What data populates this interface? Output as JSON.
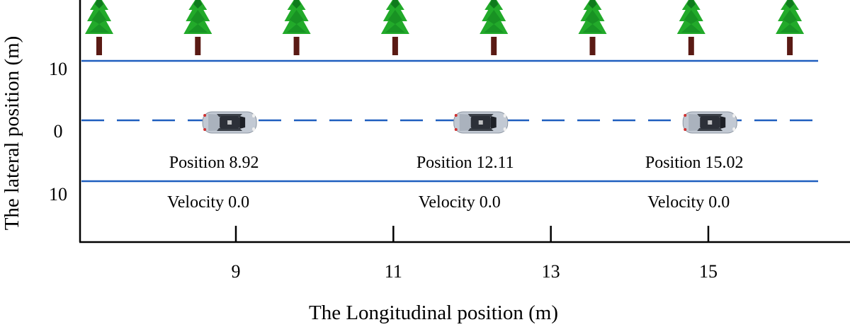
{
  "figure": {
    "x_axis_title": "The Longitudinal position (m)",
    "y_axis_title": "The lateral position (m)",
    "x_ticks": [
      "9",
      "11",
      "13",
      "15"
    ],
    "y_ticks": [
      "10",
      "0",
      "10"
    ],
    "colors": {
      "lane_line": "#1f5fbf",
      "axis": "#000000",
      "tree_foliage": "#22aa2a",
      "tree_foliage_dark": "#0e7a1c",
      "tree_trunk": "#5a1a14",
      "car_body": "#b8c0cc",
      "car_roof": "#3a3f47"
    },
    "trees": {
      "count": 8,
      "icon": "pine-tree-icon"
    },
    "vehicles": [
      {
        "position_label": "Position 8.92",
        "velocity_label": "Velocity 0.0",
        "position": 8.92,
        "velocity": 0.0,
        "icon": "car-icon"
      },
      {
        "position_label": "Position 12.11",
        "velocity_label": "Velocity 0.0",
        "position": 12.11,
        "velocity": 0.0,
        "icon": "car-icon"
      },
      {
        "position_label": "Position 15.02",
        "velocity_label": "Velocity 0.0",
        "position": 15.02,
        "velocity": 0.0,
        "icon": "car-icon"
      }
    ]
  }
}
